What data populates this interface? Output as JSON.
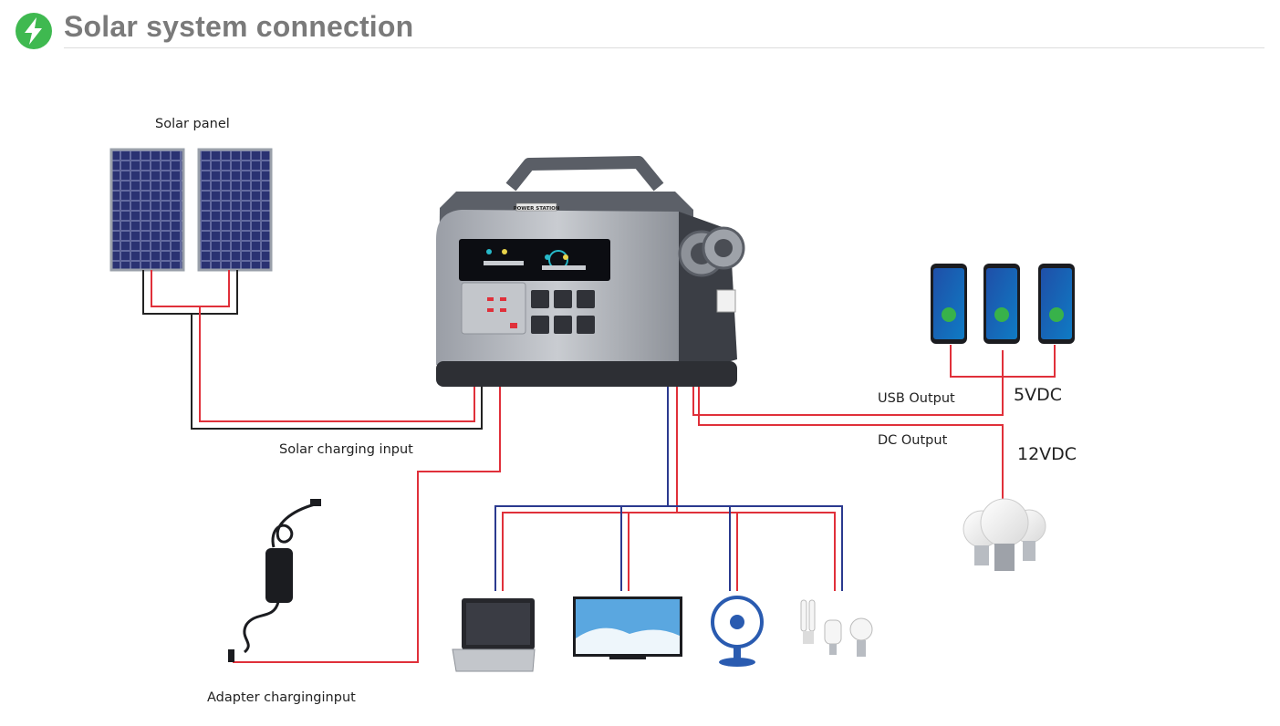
{
  "header": {
    "title": "Solar system connection",
    "icon": "lightning-bolt-icon",
    "icon_color": "#3fb950"
  },
  "labels": {
    "solar_panel": "Solar panel",
    "solar_charging_input": "Solar charging input",
    "adapter_charging_input": "Adapter charginginput",
    "usb_output": "USB Output",
    "dc_output": "DC Output",
    "usb_voltage": "5VDC",
    "dc_voltage": "12VDC"
  },
  "device": {
    "brand_label": "POWER STATION"
  },
  "colors": {
    "positive_wire": "#e0303a",
    "negative_wire": "#222222",
    "ac_wire": "#2b3a8f",
    "accent": "#3fb950"
  }
}
